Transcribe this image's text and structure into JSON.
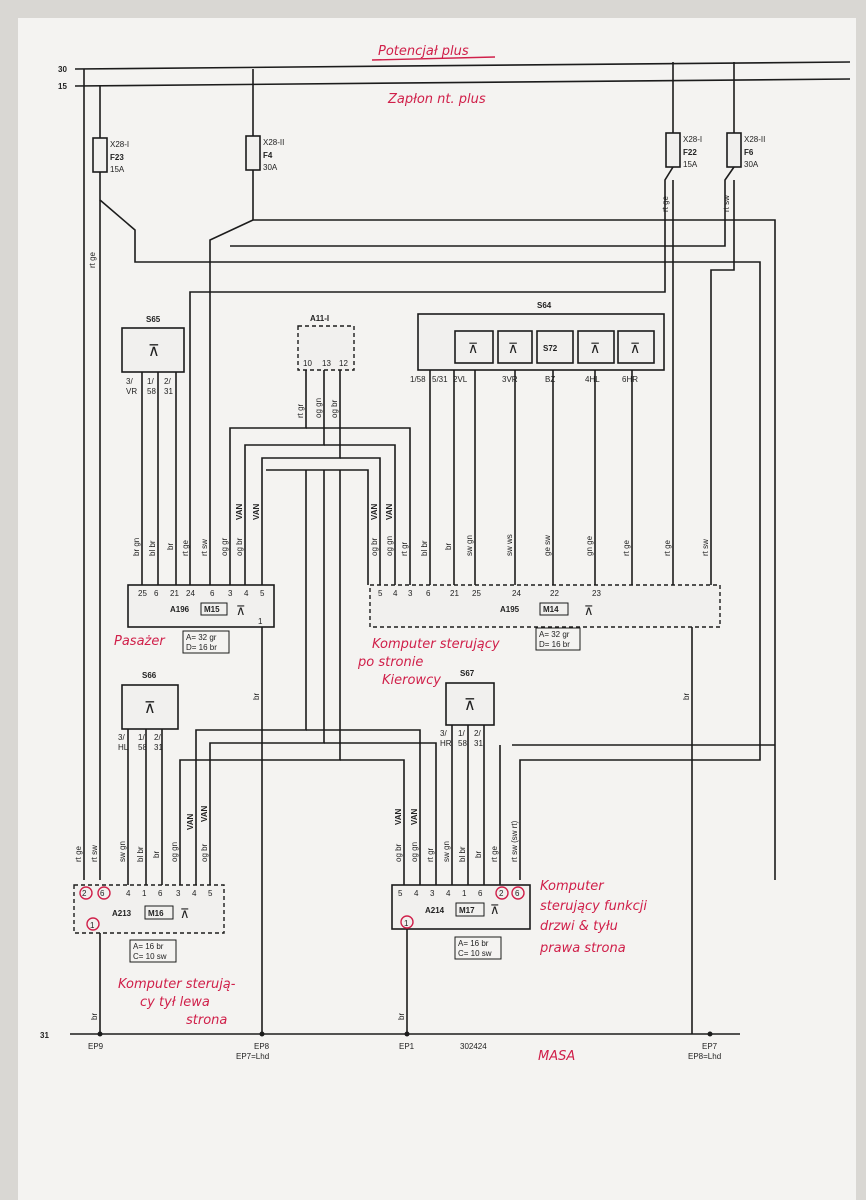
{
  "rails": {
    "r30": "30",
    "r15": "15",
    "r31": "31"
  },
  "handwritten": {
    "potencjal": "Potencjał plus",
    "zaplon": "Zapłon nt. plus",
    "pasazer": "Pasażer",
    "kierowca": [
      "Komputer sterujący",
      "po stronie",
      "Kierowcy"
    ],
    "tyl": [
      "Komputer sterują-",
      "cy tył lewa",
      "strona"
    ],
    "funkcji": [
      "Komputer",
      "sterujący funkcji",
      "drzwi & tyłu",
      "prawa strona"
    ],
    "masa": "MASA"
  },
  "fuses": [
    {
      "ref": "X28-I",
      "name": "F23",
      "amp": "15A"
    },
    {
      "ref": "X28-II",
      "name": "F4",
      "amp": "30A"
    },
    {
      "ref": "X28-I",
      "name": "F22",
      "amp": "15A"
    },
    {
      "ref": "X28-II",
      "name": "F6",
      "amp": "30A"
    }
  ],
  "switches": {
    "s65": {
      "name": "S65",
      "pins": [
        "3/",
        "1/",
        "2/"
      ],
      "pins2": [
        "VR",
        "58",
        "31"
      ]
    },
    "s66": {
      "name": "S66",
      "pins": [
        "3/",
        "1/",
        "2/"
      ],
      "pins2": [
        "HL",
        "58",
        "31"
      ]
    },
    "s67": {
      "name": "S67",
      "pins": [
        "3/",
        "1/",
        "2/"
      ],
      "pins2": [
        "HR",
        "58",
        "31"
      ]
    },
    "a111": {
      "name": "A11-I",
      "pins": [
        "10",
        "13",
        "12"
      ]
    },
    "s64": {
      "name": "S64",
      "inner": "S72",
      "pins": [
        "1/58",
        "5/31",
        "2VL",
        "3VR",
        "BZ",
        "4HL",
        "6HR"
      ]
    }
  },
  "modules": {
    "a196": {
      "name": "A196",
      "m": "M15",
      "note1": "A= 32 gr",
      "note2": "D= 16 br",
      "pins": [
        "25",
        "6",
        "21",
        "24",
        "6",
        "3",
        "4",
        "5"
      ],
      "bottom_pin": "1"
    },
    "a195": {
      "name": "A195",
      "m": "M14",
      "note1": "A= 32 gr",
      "note2": "D= 16 br",
      "pins": [
        "5",
        "4",
        "3",
        "6",
        "21",
        "25",
        "24",
        "22",
        "23"
      ]
    },
    "a213": {
      "name": "A213",
      "m": "M16",
      "note1": "A= 16 br",
      "note2": "C= 10 sw",
      "pins": [
        "2",
        "6",
        "4",
        "1",
        "6",
        "3",
        "4",
        "5"
      ],
      "bottom_pin": "1"
    },
    "a214": {
      "name": "A214",
      "m": "M17",
      "note1": "A= 16 br",
      "note2": "C= 10 sw",
      "pins": [
        "5",
        "4",
        "3",
        "4",
        "1",
        "6",
        "2",
        "6"
      ],
      "bottom_pin": "1"
    }
  },
  "wire_labels": {
    "w23": "rt ge",
    "w15": "rt ge",
    "w22": "rt ge",
    "w6": "rt sw",
    "s65": [
      "br gn",
      "bl br",
      "br",
      "rt ge",
      "rt sw",
      "og gr",
      "VAN",
      "og br",
      "VAN"
    ],
    "a111": [
      "rt gr",
      "og gn",
      "og br"
    ],
    "a195": [
      "og br",
      "VAN",
      "og gn",
      "VAN",
      "rt gr",
      "bl br",
      "br",
      "sw gn",
      "sw ws",
      "ge sw",
      "gn ge",
      "rt ge",
      "rt sw"
    ],
    "a213": [
      "rt ge",
      "rt sw",
      "sw gn",
      "bl br",
      "br",
      "og gn",
      "VAN",
      "og br",
      "VAN"
    ],
    "a214": [
      "og br",
      "VAN",
      "og gn",
      "VAN",
      "rt gr",
      "sw gn",
      "bl br",
      "br",
      "rt ge",
      "rt sw (sw rt)"
    ],
    "ground": [
      "br",
      "br",
      "br",
      "br"
    ]
  },
  "ground_points": [
    "EP9",
    "EP8",
    "EP7=Lhd",
    "EP1",
    "302424",
    "EP7",
    "EP8=Lhd"
  ]
}
